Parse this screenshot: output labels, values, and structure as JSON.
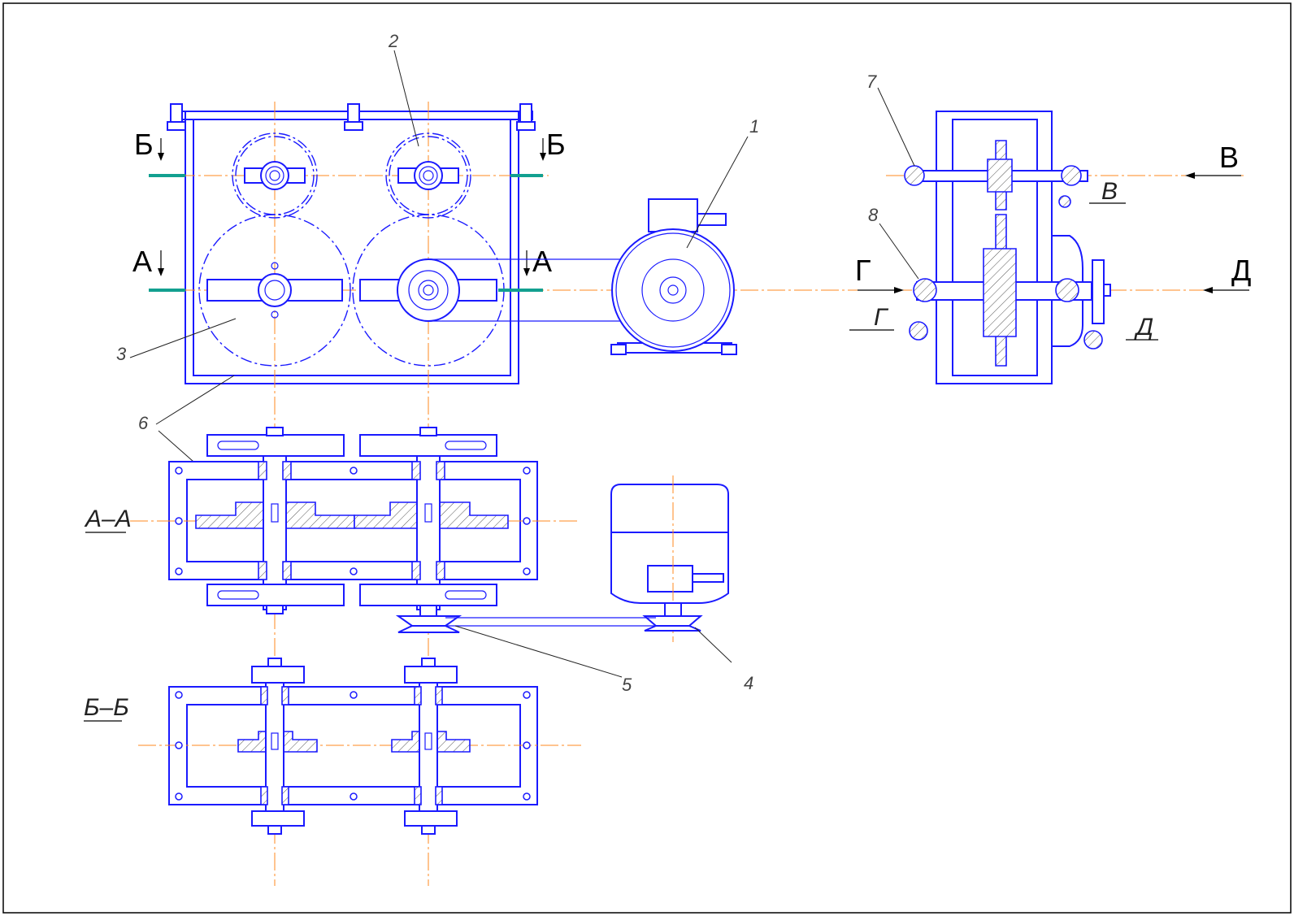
{
  "drawing": {
    "view_labels": {
      "b_left": "Б",
      "b_right": "Б",
      "a_left": "А",
      "a_right": "А",
      "v_right": "В",
      "g_left": "Г",
      "d_right": "Д"
    },
    "view_markers": {
      "v": "В",
      "g": "Г",
      "d": "Д"
    },
    "section_labels": {
      "aa": "А–А",
      "bb": "Б–Б"
    },
    "callouts": {
      "c1": "1",
      "c2": "2",
      "c3": "3",
      "c4": "4",
      "c5": "5",
      "c6": "6",
      "c7": "7",
      "c8": "8"
    },
    "colors": {
      "outline": "#1a1aff",
      "axis": "#ff8a1f",
      "cut_plane": "#12a090"
    }
  }
}
